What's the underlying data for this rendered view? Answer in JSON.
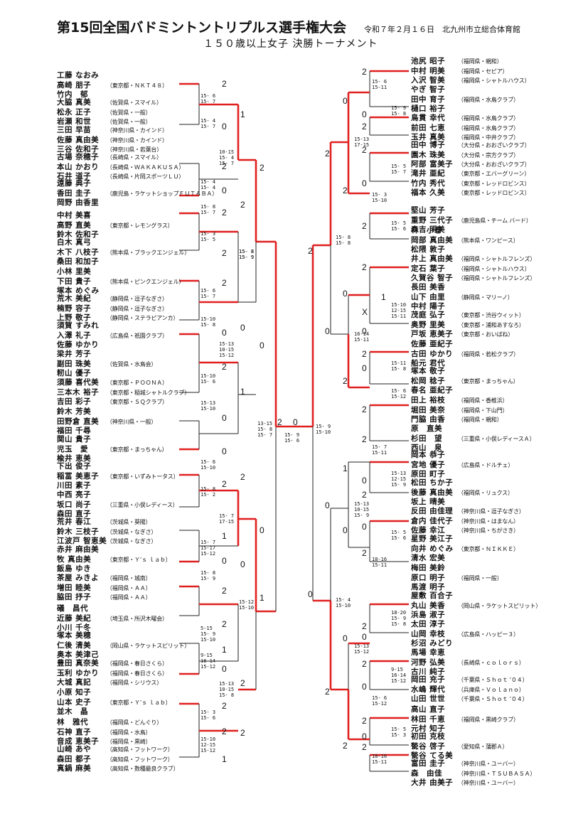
{
  "header": {
    "title": "第15回全国バドミントントリプルス選手権大会",
    "date_place": "令和７年２月１６日　北九州市立総合体育館",
    "subtitle": "１５０歳以上女子 決勝トーナメント"
  },
  "left_teams": [
    {
      "players": [
        {
          "name": "工藤 なおみ",
          "aff": ""
        },
        {
          "name": "高崎 朋子",
          "aff": "（東京都・ＮＫＴ４８）"
        },
        {
          "name": "竹内　郁",
          "aff": ""
        }
      ]
    },
    {
      "players": [
        {
          "name": "大脇 真美",
          "aff": "（佐賀県・スマイル）"
        },
        {
          "name": "松永 正子",
          "aff": "（佐賀県・一般）"
        },
        {
          "name": "岩瀬 和世",
          "aff": "（佐賀県・一般）"
        }
      ]
    },
    {
      "players": [
        {
          "name": "三田 早苗",
          "aff": "（神奈川県・カインド）"
        },
        {
          "name": "佐藤 真由美",
          "aff": "（神奈川県・カインド）"
        },
        {
          "name": "三谷 佐和子",
          "aff": "（神奈川県・若葉台）"
        }
      ]
    },
    {
      "players": [
        {
          "name": "古場 奈穂子",
          "aff": "（長崎県・スマイル）"
        },
        {
          "name": "本山 かおり",
          "aff": "（長崎県・ＷＡＫＡＫＵＳＡ）"
        },
        {
          "name": "石井 道子",
          "aff": "（長崎県・片岡スポーツＬＵ）"
        }
      ]
    },
    {
      "players": [
        {
          "name": "遠藤 典子",
          "aff": ""
        },
        {
          "name": "香田 圭子",
          "aff": "（鹿児島・ラケットショップＦＵＴＡＢＡ）"
        },
        {
          "name": "岡野 由香里",
          "aff": ""
        }
      ]
    },
    {
      "players": [
        {
          "name": "中村 美喜",
          "aff": ""
        },
        {
          "name": "高野 直美",
          "aff": "（東京都・レモングラス）"
        },
        {
          "name": "鈴木 佐和子",
          "aff": ""
        }
      ]
    },
    {
      "players": [
        {
          "name": "白木 真弓",
          "aff": ""
        },
        {
          "name": "木下 八枝子",
          "aff": "（熊本県・ブラックエンジェル）"
        },
        {
          "name": "桑田 和加子",
          "aff": ""
        }
      ]
    },
    {
      "players": [
        {
          "name": "小林 里美",
          "aff": ""
        },
        {
          "name": "下田 貴子",
          "aff": "（熊本県・ピンクエンジェル）"
        },
        {
          "name": "塚本 めぐみ",
          "aff": ""
        }
      ]
    },
    {
      "players": [
        {
          "name": "荒木 美紀",
          "aff": "（静岡県・逗子なぎさ）"
        },
        {
          "name": "楠野 容子",
          "aff": "（静岡県・逗子なぎさ）"
        },
        {
          "name": "上野 敬子",
          "aff": "（静岡県・ステラピアンカ）"
        }
      ]
    },
    {
      "players": [
        {
          "name": "須賀 すみれ",
          "aff": ""
        },
        {
          "name": "入澤 礼子",
          "aff": "（広島県・祇園クラブ）"
        },
        {
          "name": "佐藤 ゆかり",
          "aff": ""
        }
      ]
    },
    {
      "players": [
        {
          "name": "梁井 芳子",
          "aff": ""
        },
        {
          "name": "副田 珠美",
          "aff": "（佐賀県・水鳥会）"
        },
        {
          "name": "籾山 優子",
          "aff": ""
        }
      ]
    },
    {
      "players": [
        {
          "name": "須藤 喜代美",
          "aff": "（東京都・ＰＯＯＮＡ）"
        },
        {
          "name": "三本木 裕子",
          "aff": "（東京都・稲城シャトルクラブ）"
        },
        {
          "name": "吉田 彩子",
          "aff": "（東京都・ＳＱクラブ）"
        }
      ]
    },
    {
      "players": [
        {
          "name": "鈴木 芳美",
          "aff": ""
        },
        {
          "name": "田野倉 直美",
          "aff": "（神奈川県・一般）"
        },
        {
          "name": "福田 千尋",
          "aff": ""
        }
      ]
    },
    {
      "players": [
        {
          "name": "関山 貴子",
          "aff": ""
        },
        {
          "name": "児玉　愛",
          "aff": "（東京都・まっちゃん）"
        },
        {
          "name": "楡井 恵美",
          "aff": ""
        }
      ]
    },
    {
      "players": [
        {
          "name": "下出 俊子",
          "aff": ""
        },
        {
          "name": "稲冨 美恵子",
          "aff": "（東京都・いずみトータス）"
        },
        {
          "name": "川田 素子",
          "aff": ""
        }
      ]
    },
    {
      "players": [
        {
          "name": "中西 亮子",
          "aff": ""
        },
        {
          "name": "坂口 尚子",
          "aff": "（三重県・小俣レディース）"
        },
        {
          "name": "森田 直子",
          "aff": ""
        }
      ]
    },
    {
      "players": [
        {
          "name": "荒井 春江",
          "aff": "（茨城県・葵陽）"
        },
        {
          "name": "鈴木 三枝子",
          "aff": "（茨城県・なぎさ）"
        },
        {
          "name": "江波戸 智恵美",
          "aff": "（茨城県・なぎさ）"
        }
      ]
    },
    {
      "players": [
        {
          "name": "赤井 麻由美",
          "aff": ""
        },
        {
          "name": "牧 真由美",
          "aff": "（東京都・Ｙ’ｓ ｌａｂ）"
        },
        {
          "name": "飯島 ゆき",
          "aff": ""
        }
      ]
    },
    {
      "players": [
        {
          "name": "茶屋 みきよ",
          "aff": "（福岡県・城南）"
        },
        {
          "name": "増田 睦美",
          "aff": "（福岡県・ＡＡ）"
        },
        {
          "name": "脇田 抒子",
          "aff": "（福岡県・ＡＡ）"
        }
      ]
    },
    {
      "players": [
        {
          "name": "礒　昌代",
          "aff": ""
        },
        {
          "name": "近藤 美紀",
          "aff": "（埼玉県・所沢木曜会）"
        },
        {
          "name": "小川 千冬",
          "aff": ""
        }
      ]
    },
    {
      "players": [
        {
          "name": "塚本 美穂",
          "aff": ""
        },
        {
          "name": "仁後 清美",
          "aff": "（岡山県・ラケットスピリット）"
        },
        {
          "name": "奥本 美津己",
          "aff": ""
        }
      ]
    },
    {
      "players": [
        {
          "name": "豊田 真奈美",
          "aff": "（福岡県・春日さくら）"
        },
        {
          "name": "玉利 ゆかり",
          "aff": "（福岡県・春日さくら）"
        },
        {
          "name": "大城 真記",
          "aff": "（福岡県・シリウス）"
        }
      ]
    },
    {
      "players": [
        {
          "name": "小原 知子",
          "aff": ""
        },
        {
          "name": "山本 史子",
          "aff": "（東京都・Ｙ’ｓ ｌａｂ）"
        },
        {
          "name": "並木　晶",
          "aff": ""
        }
      ]
    },
    {
      "players": [
        {
          "name": "林　雅代",
          "aff": "（福岡県・どんぐり）"
        },
        {
          "name": "石神 直子",
          "aff": "（福岡県・水鳥）"
        },
        {
          "name": "音成 恵美子",
          "aff": "（福岡県・黒崎）"
        }
      ]
    },
    {
      "players": [
        {
          "name": "山崎 あや",
          "aff": "（高知県・フットワーク）"
        },
        {
          "name": "森田 都子",
          "aff": "（高知県・フットワーク）"
        },
        {
          "name": "真鍋 麻美",
          "aff": "（高知県・数種最良クラブ）"
        }
      ]
    }
  ],
  "right_teams": [
    {
      "players": [
        {
          "name": "池尻 昭子",
          "aff": "（福岡県・親和）"
        },
        {
          "name": "中村 明美",
          "aff": "（福岡県・セピア）"
        },
        {
          "name": "入沢 智美",
          "aff": "（福岡県・シャトルハウス）"
        }
      ]
    },
    {
      "players": [
        {
          "name": "やぎ 智子",
          "aff": ""
        },
        {
          "name": "田中 育子",
          "aff": "（福岡県・水鳥クラブ）"
        },
        {
          "name": "樋口 裕子",
          "aff": ""
        }
      ]
    },
    {
      "players": [
        {
          "name": "鳥貫 幸代",
          "aff": "（福岡県・水鳥クラブ）"
        },
        {
          "name": "前田 七恵",
          "aff": "（福岡県・水鳥クラブ）"
        },
        {
          "name": "玉井 真美",
          "aff": "（福岡県・中井クラブ）"
        }
      ]
    },
    {
      "players": [
        {
          "name": "田中 博子",
          "aff": "（大分県・おおざいクラブ）"
        },
        {
          "name": "園木 珠美",
          "aff": "（大分県・宗方クラブ）"
        },
        {
          "name": "阿部 富美子",
          "aff": "（大分県・おおざいクラブ）"
        }
      ]
    },
    {
      "players": [
        {
          "name": "滝井 亜紀",
          "aff": "（東京都・エバーグリーン）"
        },
        {
          "name": "竹内 秀代",
          "aff": "（東京都・レッドロビンス）"
        },
        {
          "name": "福本 久美",
          "aff": "（東京都・レッドロビンス）"
        }
      ]
    },
    {
      "players": [
        {
          "name": "堅山 芳子",
          "aff": ""
        },
        {
          "name": "重野 三代子",
          "aff": "（鹿児島県・チーム バード）"
        },
        {
          "name": "森吉 明美",
          "aff": ""
        }
      ]
    },
    {
      "players": [
        {
          "name": "林　小巻",
          "aff": ""
        },
        {
          "name": "岡部 真由美",
          "aff": "（熊本県・ワンピース）"
        },
        {
          "name": "松隈 敦子",
          "aff": ""
        }
      ]
    },
    {
      "players": [
        {
          "name": "井上 真由美",
          "aff": "（福岡県・シャトルフレンズ）"
        },
        {
          "name": "定石 葉子",
          "aff": "（福岡県・シャトルハウス）"
        },
        {
          "name": "久賀谷 智子",
          "aff": "（福岡県・シャトルフレンズ）"
        }
      ]
    },
    {
      "players": [
        {
          "name": "長田 美香",
          "aff": ""
        },
        {
          "name": "山下 由里",
          "aff": "（静岡県・マリーノ）"
        },
        {
          "name": "中村 陽子",
          "aff": ""
        }
      ]
    },
    {
      "players": [
        {
          "name": "茂庭 弘子",
          "aff": "（東京都・渋谷ウィット）"
        },
        {
          "name": "奥野 里美",
          "aff": "（東京都・浦和あすなろ）"
        },
        {
          "name": "戸坂 恵美子",
          "aff": "（東京都・おいばね）"
        }
      ]
    },
    {
      "players": [
        {
          "name": "佐藤 亜紀子",
          "aff": ""
        },
        {
          "name": "古田 ゆかり",
          "aff": "（福岡県・若松クラブ）"
        },
        {
          "name": "船元 君代",
          "aff": ""
        }
      ]
    },
    {
      "players": [
        {
          "name": "塚本 敬子",
          "aff": ""
        },
        {
          "name": "松岡 稔子",
          "aff": "（東京都・まっちゃん）"
        },
        {
          "name": "春名 亜紀子",
          "aff": ""
        }
      ]
    },
    {
      "players": [
        {
          "name": "田上 裕枝",
          "aff": "（福岡県・香椎浜）"
        },
        {
          "name": "堀田 美奈",
          "aff": "（福岡県・下山門）"
        },
        {
          "name": "門脇 由香",
          "aff": "（福岡県・親和）"
        }
      ]
    },
    {
      "players": [
        {
          "name": "原　直美",
          "aff": ""
        },
        {
          "name": "杉田　望",
          "aff": "（三重県・小俣レディースＡ）"
        },
        {
          "name": "西山　泉",
          "aff": ""
        }
      ]
    },
    {
      "players": [
        {
          "name": "岡本 恭子",
          "aff": ""
        },
        {
          "name": "宮地 優子",
          "aff": "（広島県・ドルチェ）"
        },
        {
          "name": "原田 町子",
          "aff": ""
        }
      ]
    },
    {
      "players": [
        {
          "name": "松田 ちか子",
          "aff": ""
        },
        {
          "name": "後藤 真由美",
          "aff": "（福岡県・リュクス）"
        },
        {
          "name": "坂上 晴美",
          "aff": ""
        }
      ]
    },
    {
      "players": [
        {
          "name": "反田 由佳理",
          "aff": "（神奈川県・逗子なぎさ）"
        },
        {
          "name": "倉内 佳代子",
          "aff": "（神奈川県・はまなん）"
        },
        {
          "name": "佐藤 幸江",
          "aff": "（神奈川県・ちがさき）"
        }
      ]
    },
    {
      "players": [
        {
          "name": "星野 美江子",
          "aff": ""
        },
        {
          "name": "向井 めぐみ",
          "aff": "（東京都・ＮＩＫＫＥ）"
        },
        {
          "name": "清水 宏美",
          "aff": ""
        }
      ]
    },
    {
      "players": [
        {
          "name": "梅田 美鈴",
          "aff": ""
        },
        {
          "name": "原口 明子",
          "aff": "（福岡県・一般）"
        },
        {
          "name": "馬渡 明子",
          "aff": ""
        }
      ]
    },
    {
      "players": [
        {
          "name": "屋敷 百合子",
          "aff": ""
        },
        {
          "name": "丸山 美香",
          "aff": "（岡山県・ラケットスピリット）"
        },
        {
          "name": "浜島 淑子",
          "aff": ""
        }
      ]
    },
    {
      "players": [
        {
          "name": "太田 淳子",
          "aff": ""
        },
        {
          "name": "山岡 幸枝",
          "aff": "（広島県・ハッピー３）"
        },
        {
          "name": "杉沼 みどり",
          "aff": ""
        }
      ]
    },
    {
      "players": [
        {
          "name": "馬場 幸恵",
          "aff": ""
        },
        {
          "name": "河野 弘美",
          "aff": "（長崎県・ｃｏｌｏｒｓ）"
        },
        {
          "name": "古川 純子",
          "aff": ""
        }
      ]
    },
    {
      "players": [
        {
          "name": "岡田 充子",
          "aff": "（千葉県・Ｓｈｏｔ ’０４）"
        },
        {
          "name": "水嶋 輝代",
          "aff": "（兵庫県・Ｖｏｌａｎｏ）"
        },
        {
          "name": "山田 世世",
          "aff": "（千葉県・Ｓｈｏｔ ’０４）"
        }
      ]
    },
    {
      "players": [
        {
          "name": "高山 直子",
          "aff": ""
        },
        {
          "name": "林田 千恵",
          "aff": "（福岡県・黒崎クラブ）"
        },
        {
          "name": "元村 知子",
          "aff": ""
        }
      ]
    },
    {
      "players": [
        {
          "name": "初田 克枝",
          "aff": ""
        },
        {
          "name": "甃谷 啓子",
          "aff": "（愛知県・蒲郡Ａ）"
        },
        {
          "name": "甃谷 てる美",
          "aff": ""
        }
      ]
    },
    {
      "players": [
        {
          "name": "富田 圭子",
          "aff": "（神奈川県・ユーバー）"
        },
        {
          "name": "森　由佳",
          "aff": "（神奈川県・ＴＳＵＢＡＳＡ）"
        },
        {
          "name": "大井 由美子",
          "aff": "（神奈川県・ユーバー）"
        }
      ]
    }
  ],
  "scores": {
    "l1a": "15- 6\n15- 7",
    "l1b": "15- 4\n15- 7",
    "l1c": "15- 4\n15- 4",
    "l1d": "15- 8\n15- 7",
    "l1e": "15- 3\n15- 5",
    "l1f": "15- 6\n15- 7",
    "l1g": "15-10\n15- 8",
    "l1h": "15-10\n15- 6",
    "l1i": "15-13\n15-10",
    "l1j": "15- 6\n15-10",
    "l1k": "15- 8\n15- 2",
    "l1l": "15- 7\n15-17\n15-12",
    "l1m": "15- 8\n15- 9",
    "l1n": "5-15\n15- 9\n15-10",
    "l1o": "9-15\n16-14\n15-12",
    "l1p": "15- 3\n15- 6",
    "l1q": "15-10\n12-15\n15-12",
    "l2a": "10-15\n15- 4\n15- 7",
    "l2b": "15- 8\n15- 9",
    "l2c": "15-13\n10-15\n15-12",
    "l2d": "15- 7\n17-15",
    "l2e": "15-13\n10-15\n15- 8",
    "l3a": "15- 8\n15- 9",
    "l3b": "15-12\n15-10",
    "lsf": "13-15\n15- 8\n15- 7",
    "final": "15- 9\n15- 6",
    "rsf": "15- 9\n15-10",
    "r3a": "15- 8\n15- 8",
    "r3b": "15- 4\n15-10",
    "r2a": "15-13\n17-15",
    "r2b": "16-14\n15-11",
    "r2c": "15-13\n10-15\n15- 9",
    "r2d": "15-13\n15-12",
    "r1a": "15- 6\n15-11",
    "r1b": "15- 9\n15- 8",
    "r1c": "15- 5\n15- 7",
    "r1d": "15- 3\n15-10",
    "r1e": "15- 5\n15- 6",
    "r1f": "15-10\n12-15\n15-11",
    "r1g": "15-11\n15- 8",
    "r1h": "15- 6\n15-12",
    "r1i": "15- 7\n15-11",
    "r1j": "15-13\n12-15\n15- 9",
    "r1k": "15- 5\n15- 6",
    "r1l": "18-16\n15-11",
    "r1m": "18-20\n15- 9\n15- 8",
    "r1n": "9-15\n16-14\n15-12",
    "r1o": "15- 6\n15-12",
    "r1p": "15- 5\n15- 3",
    "r1q": "18-16\n15-11"
  },
  "marks": {
    "two": "2",
    "one": "1",
    "zero": "0",
    "x": "X"
  }
}
